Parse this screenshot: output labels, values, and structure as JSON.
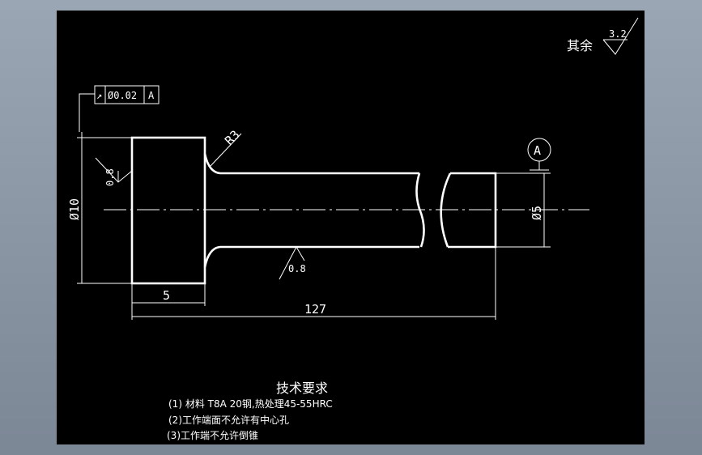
{
  "drawing": {
    "roughness_other_label": "其余",
    "roughness_other_value": "3.2",
    "tolerance_frame": {
      "symbol": "↗",
      "value": "Ø0.02",
      "datum": "A"
    },
    "radius_label": "R3",
    "datum_label": "A",
    "dims": {
      "head_diameter": "Ø10",
      "shaft_diameter": "Ø5",
      "head_length": "5",
      "total_length": "127",
      "roughness_head": "0.8",
      "roughness_shaft": "0.8"
    }
  },
  "requirements": {
    "title": "技术要求",
    "items": [
      "(1) 材料  T8A  20钢,热处理45-55HRC",
      "(2)工作端面不允许有中心孔",
      "(3)工作端不允许倒锥"
    ]
  }
}
